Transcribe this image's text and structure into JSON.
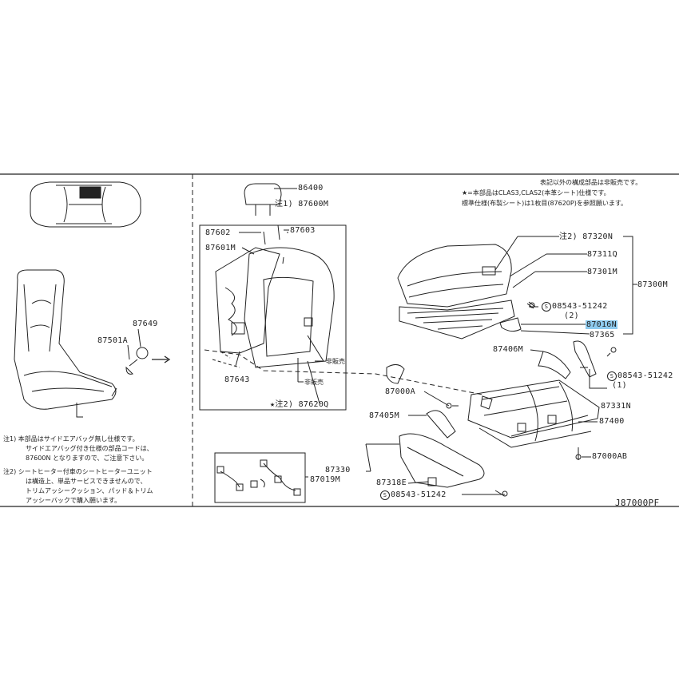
{
  "notes_top": [
    "表記以外の構成部品は非販売です。",
    "★=本部品はCLAS3,CLAS2(本革シート)仕様です。",
    "標準仕様(布製シート)は1枚目(87620P)を参照願います。"
  ],
  "notes_left": [
    "注1) 本部品はサイドエアバッグ無し仕様です。",
    "サイドエアバッグ付き仕様の部品コードは、",
    "87600N となりますので、ご注意下さい。",
    "注2) シートヒーター付車のシートヒーターユニット",
    "は構造上、単品サービスできませんので、",
    "トリムアッシークッション、パッド＆トリム",
    "アッシーバックで購入願います。"
  ],
  "labels": {
    "p87649": "87649",
    "p87501a": "87501A",
    "p86400": "86400",
    "p87600m": "注1) 87600M",
    "p87602": "87602",
    "p87603": "87603",
    "p87601m": "87601M",
    "p87643": "87643",
    "hihanbai1": "非販売",
    "hihanbai2": "非販売",
    "p87620q": "★注2) 87620Q",
    "p87320n": "注2) 87320N",
    "p87311q": "87311Q",
    "p87301m": "87301M",
    "p87300m": "87300M",
    "s1": "08543-51242",
    "s1qty": "(2)",
    "p87016n": "87016N",
    "p87365": "87365",
    "p87406m": "87406M",
    "s2": "08543-51242",
    "s2qty": "(1)",
    "p87331n": "87331N",
    "p87000a": "87000A",
    "p87405m": "87405M",
    "p87400": "87400",
    "p87000ab": "87000AB",
    "p87330": "87330",
    "p87019m": "87019M",
    "p87318e": "87318E",
    "s3": "08543-51242",
    "s_mark": "S",
    "drawing_code": "J87000PF"
  },
  "colors": {
    "line": "#222222",
    "highlight": "#8ecbef",
    "background": "#ffffff"
  }
}
